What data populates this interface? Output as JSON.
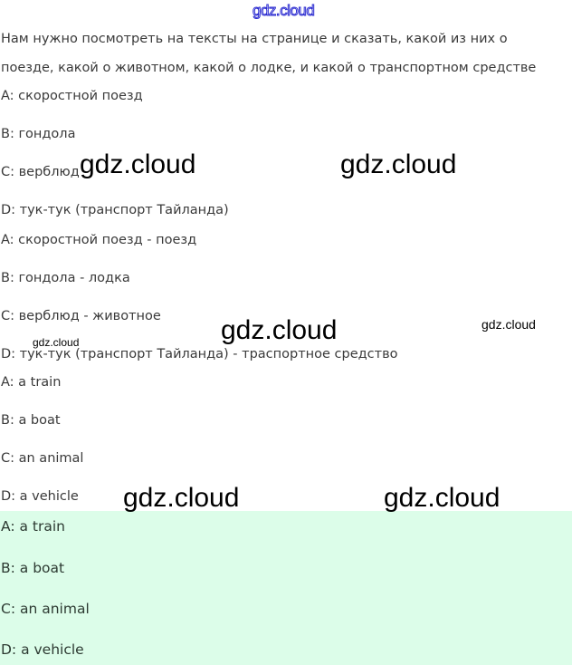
{
  "watermark": "gdz.cloud",
  "intro": [
    "Нам нужно посмотреть на тексты на странице и сказать, какой из них о",
    "поезде, какой о животном, какой о лодке, и какой о транспортном средстве"
  ],
  "options": [
    "A: скоростной поезд",
    "B: гондола",
    "C: верблюд",
    "D: тук-тук (транспорт Тайланда)"
  ],
  "matches": [
    "A: скоростной поезд - поезд",
    "B: гондола - лодка",
    "C: верблюд - животное",
    "D: тук-тук (транспорт Тайланда) - траспортное средство"
  ],
  "answers": [
    "A: a train",
    "B: a boat",
    "C: an animal",
    "D: a vehicle"
  ],
  "final_answers": [
    "A: a train",
    "B: a boat",
    "C: an animal",
    "D: a vehicle"
  ],
  "colors": {
    "answer_bg": "#dcfde9",
    "watermark_top": "#2a2ad0"
  }
}
